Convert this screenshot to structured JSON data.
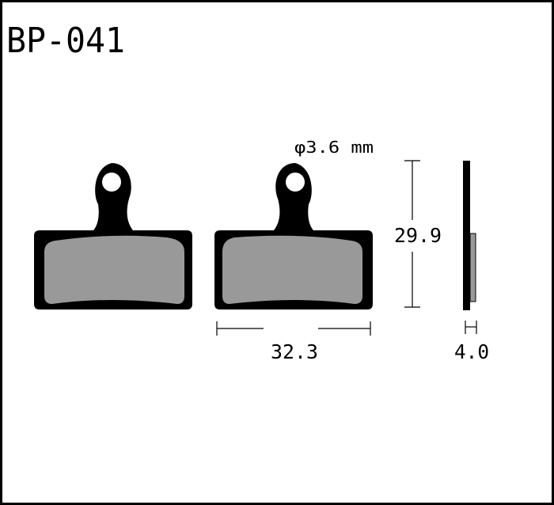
{
  "title": "BP-041",
  "dimensions": {
    "hole_diameter": "φ3.6 mm",
    "height": "29.9",
    "width": "32.3",
    "thickness": "4.0"
  },
  "colors": {
    "outline": "#000000",
    "friction_material": "#999999",
    "background": "#ffffff"
  }
}
